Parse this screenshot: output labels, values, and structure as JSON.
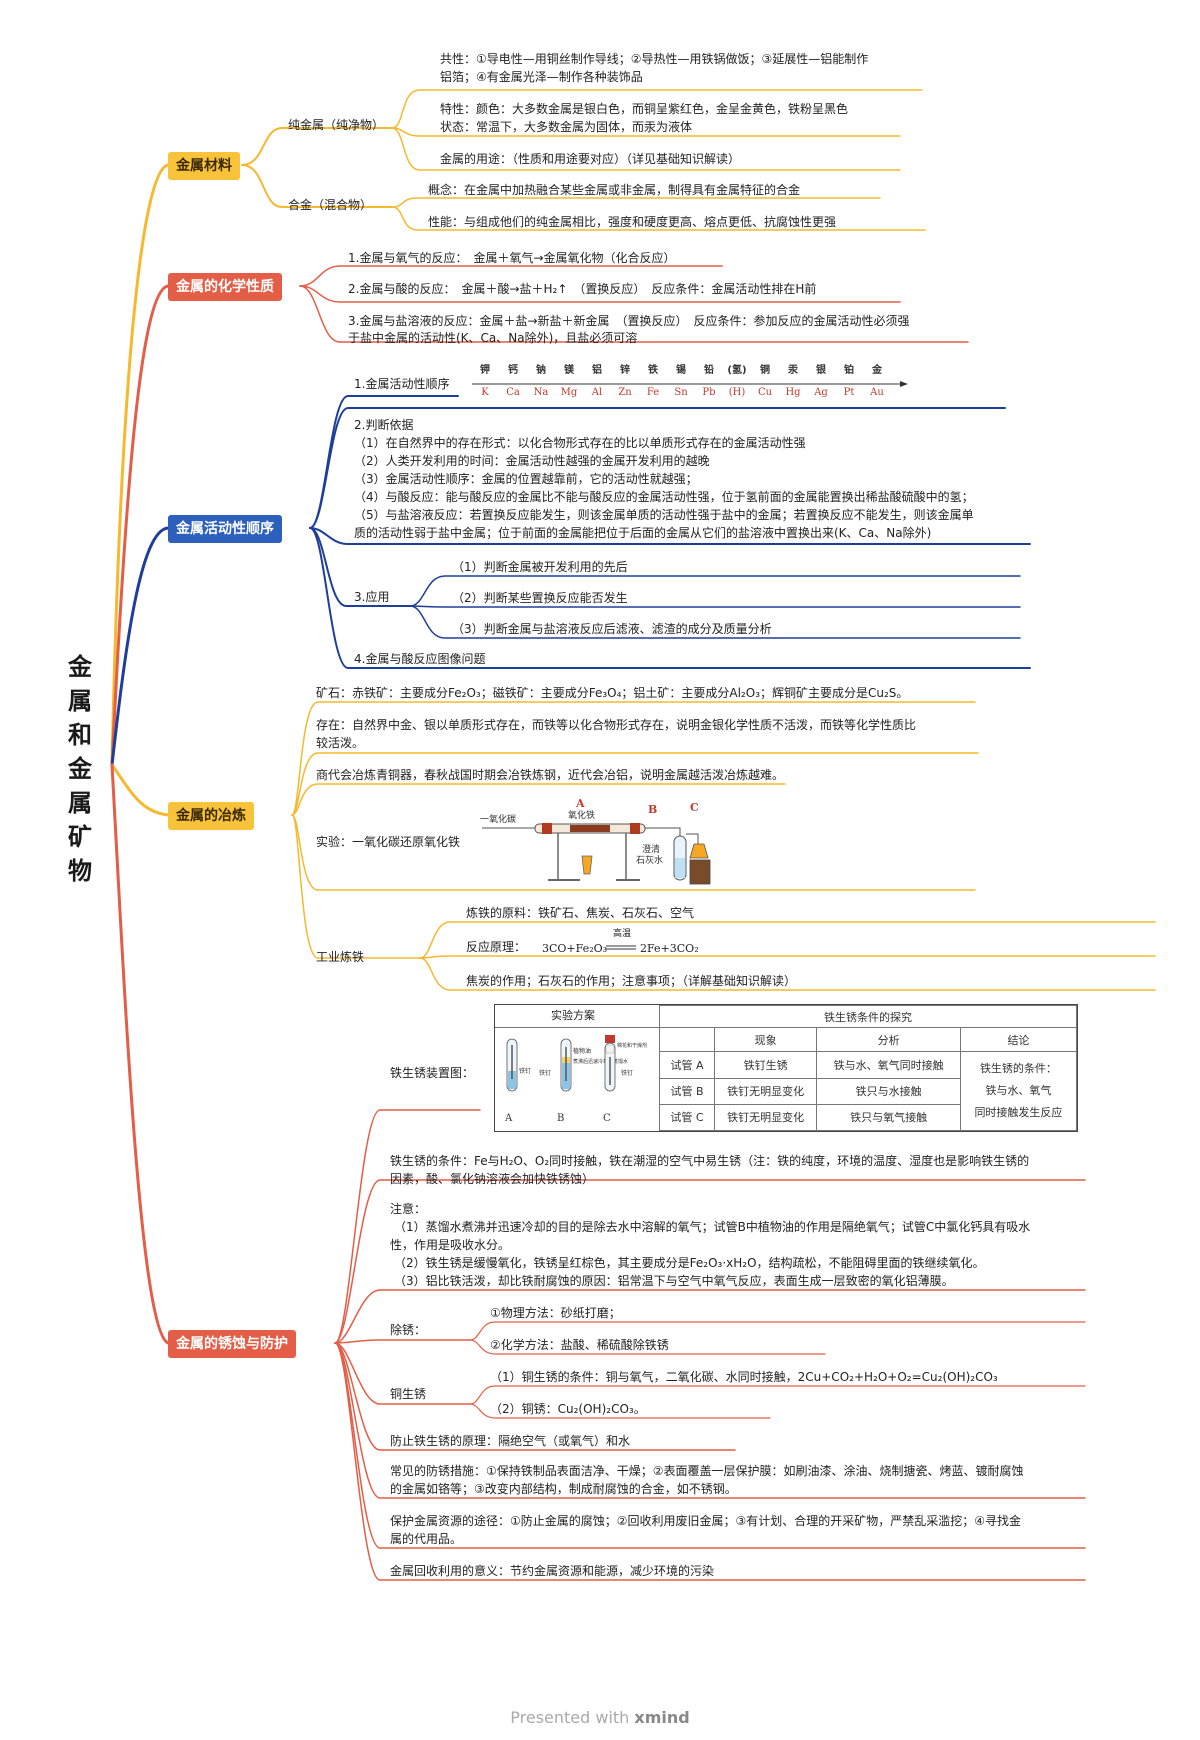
{
  "root_title": "金属和金属矿物",
  "branches": {
    "materials": {
      "label": "金属材料",
      "pure": {
        "label": "纯金属（纯净物）",
        "commonality_1": "共性：①导电性—用铜丝制作导线；②导热性—用铁锅做饭；③延展性—铝能制作",
        "commonality_2": "铝箔；④有金属光泽—制作各种装饰品",
        "property_1": "特性：颜色：大多数金属是银白色，而铜呈紫红色，金呈金黄色，铁粉呈黑色",
        "property_2": "状态：常温下，大多数金属为固体，而汞为液体",
        "usage": "金属的用途：（性质和用途要对应）（详见基础知识解读）"
      },
      "alloy": {
        "label": "合金（混合物）",
        "concept": "概念：在金属中加热融合某些金属或非金属，制得具有金属特征的合金",
        "performance": "性能：与组成他们的纯金属相比，强度和硬度更高、熔点更低、抗腐蚀性更强"
      }
    },
    "chemical": {
      "label": "金属的化学性质",
      "item_1": "1.金属与氧气的反应：　金属＋氧气→金属氧化物（化合反应）",
      "item_2": "2.金属与酸的反应：　金属＋酸→盐＋H₂↑　（置换反应）　反应条件：金属活动性排在H前",
      "item_3a": "3.金属与盐溶液的反应：金属＋盐→新盐＋新金属　（置换反应）　反应条件：参加反应的金属活动性必须强",
      "item_3b": "于盐中金属的活动性(K、Ca、Na除外)，且盐必须可溶"
    },
    "activity": {
      "label": "金属活动性顺序",
      "series_label": "1.金属活动性顺序",
      "series_names": [
        "钾",
        "钙",
        "钠",
        "镁",
        "铝",
        "锌",
        "铁",
        "锡",
        "铅",
        "(氢)",
        "铜",
        "汞",
        "银",
        "铂",
        "金"
      ],
      "series_symbols": [
        "K",
        "Ca",
        "Na",
        "Mg",
        "Al",
        "Zn",
        "Fe",
        "Sn",
        "Pb",
        "(H)",
        "Cu",
        "Hg",
        "Ag",
        "Pt",
        "Au"
      ],
      "basis_title": "2.判断依据",
      "basis_1": "（1）在自然界中的存在形式：以化合物形式存在的比以单质形式存在的金属活动性强",
      "basis_2": "（2）人类开发利用的时间：金属活动性越强的金属开发利用的越晚",
      "basis_3": "（3）金属活动性顺序：金属的位置越靠前，它的活动性就越强；",
      "basis_4": "（4）与酸反应：能与酸反应的金属比不能与酸反应的金属活动性强，位于氢前面的金属能置换出稀盐酸硫酸中的氢；",
      "basis_5a": "（5）与盐溶液反应：若置换反应能发生，则该金属单质的活动性强于盐中的金属；若置换反应不能发生，则该金属单",
      "basis_5b": "质的活动性弱于盐中金属；位于前面的金属能把位于后面的金属从它们的盐溶液中置换出来(K、Ca、Na除外)",
      "app_title": "3.应用",
      "app_1": "（1）判断金属被开发利用的先后",
      "app_2": "（2）判断某些置换反应能否发生",
      "app_3": "（3）判断金属与盐溶液反应后滤液、滤渣的成分及质量分析",
      "acid_graph": "4.金属与酸反应图像问题"
    },
    "smelting": {
      "label": "金属的冶炼",
      "ore": "矿石：赤铁矿：主要成分Fe₂O₃；磁铁矿：主要成分Fe₃O₄；铝土矿：主要成分Al₂O₃；辉铜矿主要成分是Cu₂S。",
      "exist_1": "存在：自然界中金、银以单质形式存在，而铁等以化合物形式存在，说明金银化学性质不活泼，而铁等化学性质比",
      "exist_2": "较活泼。",
      "history": "商代会冶炼青铜器，春秋战国时期会冶铁炼钢，近代会冶铝，说明金属越活泼冶炼越难。",
      "experiment": "实验：一氧化碳还原氧化铁",
      "apparatus": {
        "co_label": "一氧化碳",
        "a_label": "A",
        "fe2o3_label": "氧化铁",
        "b_label": "B",
        "c_label": "C",
        "limewater_1": "澄清",
        "limewater_2": "石灰水"
      },
      "industrial": {
        "label": "工业炼铁",
        "materials": "炼铁的原料：铁矿石、焦炭、石灰石、空气",
        "principle_label": "反应原理：",
        "eq_left": "3CO+Fe₂O₃",
        "eq_cond": "高温",
        "eq_right": "2Fe+3CO₂",
        "roles": "焦炭的作用；石灰石的作用；注意事项；（详解基础知识解读）"
      }
    },
    "corrosion": {
      "label": "金属的锈蚀与防护",
      "device_label": "铁生锈装置图：",
      "table": {
        "plan_header": "实验方案",
        "explore_header": "铁生锈条件的探究",
        "col_phenomenon": "现象",
        "col_analysis": "分析",
        "col_conclusion": "结论",
        "rows": [
          {
            "tube": "试管 A",
            "phenomenon": "铁钉生锈",
            "analysis": "铁与水、氧气同时接触"
          },
          {
            "tube": "试管 B",
            "phenomenon": "铁钉无明显变化",
            "analysis": "铁只与水接触"
          },
          {
            "tube": "试管 C",
            "phenomenon": "铁钉无明显变化",
            "analysis": "铁只与氧气接触"
          }
        ],
        "conclusion_1": "铁生锈的条件：",
        "conclusion_2": "铁与水、氧气",
        "conclusion_3": "同时接触发生反应",
        "tube_labels": [
          "A",
          "B",
          "C"
        ],
        "small_1": "铁钉",
        "small_2": "植物油",
        "small_3": "煮沸后迅速冷却的蒸馏水",
        "small_4": "棉花和干燥剂"
      },
      "condition_1": "铁生锈的条件：Fe与H₂O、O₂同时接触，铁在潮湿的空气中易生锈（注：铁的纯度，环境的温度、湿度也是影响铁生锈的",
      "condition_2": "因素，酸、氯化钠溶液会加快铁锈蚀）",
      "note_title": "注意：",
      "note_1a": "（1）蒸馏水煮沸并迅速冷却的目的是除去水中溶解的氧气；试管B中植物油的作用是隔绝氧气；试管C中氯化钙具有吸水",
      "note_1b": "性，作用是吸收水分。",
      "note_2": "（2）铁生锈是缓慢氧化，铁锈呈红棕色，其主要成分是Fe₂O₃·xH₂O，结构疏松，不能阻碍里面的铁继续氧化。",
      "note_3": "（3）铝比铁活泼，却比铁耐腐蚀的原因：铝常温下与空气中氧气反应，表面生成一层致密的氧化铝薄膜。",
      "rust_removal": "除锈：",
      "removal_1": "①物理方法：砂纸打磨；",
      "removal_2": "②化学方法：盐酸、稀硫酸除铁锈",
      "copper_rust": "铜生锈",
      "copper_1": "（1）铜生锈的条件：铜与氧气，二氧化碳、水同时接触，2Cu+CO₂+H₂O+O₂=Cu₂(OH)₂CO₃",
      "copper_2": "（2）铜锈：Cu₂(OH)₂CO₃。",
      "prevent_principle": "防止铁生锈的原理：隔绝空气（或氧气）和水",
      "measures_1": "常见的防锈措施：①保持铁制品表面洁净、干燥；②表面覆盖一层保护膜：如刷油漆、涂油、烧制搪瓷、烤蓝、镀耐腐蚀",
      "measures_2": "的金属如铬等；③改变内部结构，制成耐腐蚀的合金，如不锈钢。",
      "protect_1": "保护金属资源的途径：①防止金属的腐蚀；②回收利用废旧金属；③有计划、合理的开采矿物，严禁乱采滥挖；④寻找金",
      "protect_2": "属的代用品。",
      "recycle": "金属回收利用的意义：节约金属资源和能源，减少环境的污染"
    }
  },
  "colors": {
    "yellow": "#f8c23a",
    "red": "#e35d47",
    "blue": "#2d5fbd",
    "yellow_line": "#f5b82e",
    "red_line": "#e35d47",
    "blue_line": "#1e3f99"
  },
  "footer": {
    "prefix": "Presented with ",
    "brand": "xmind"
  }
}
